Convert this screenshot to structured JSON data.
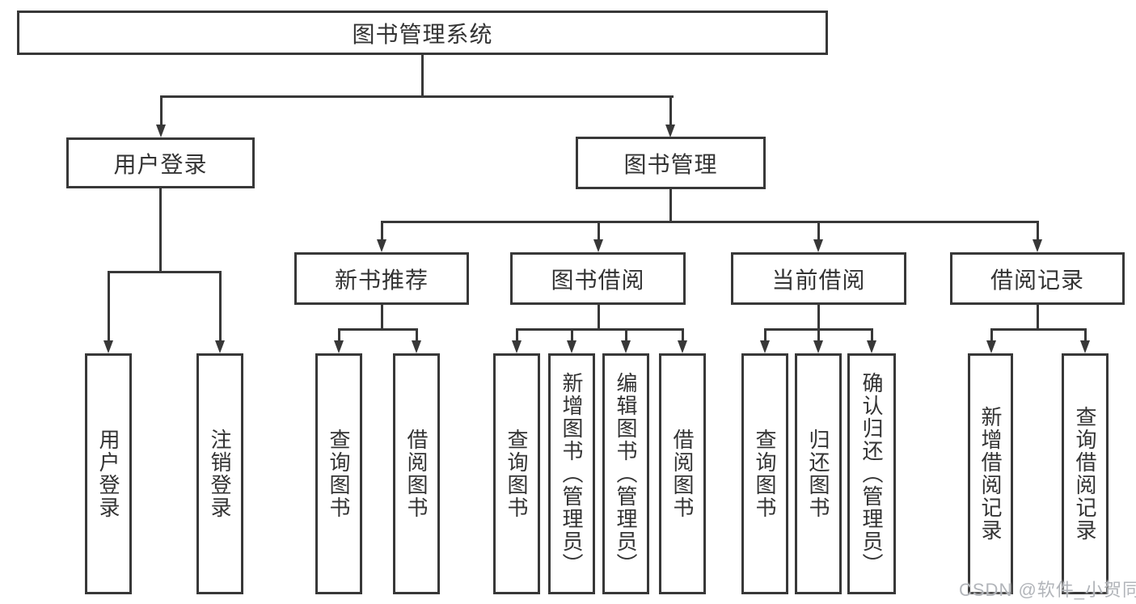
{
  "diagram": {
    "type": "hierarchy-chart",
    "title": "图书管理系统",
    "colors": {
      "line": "#383838",
      "text": "#333333",
      "background": "#ffffff",
      "watermark": "#b2b5ba"
    },
    "tree": {
      "root": {
        "label": "图书管理系统"
      },
      "children": [
        {
          "label": "用户登录",
          "children": [
            {
              "label": "用户登录"
            },
            {
              "label": "注销登录"
            }
          ]
        },
        {
          "label": "图书管理",
          "children": [
            {
              "label": "新书推荐",
              "children": [
                {
                  "label": "查询图书"
                },
                {
                  "label": "借阅图书"
                }
              ]
            },
            {
              "label": "图书借阅",
              "children": [
                {
                  "label": "查询图书"
                },
                {
                  "label": "新增图书（管理员）"
                },
                {
                  "label": "编辑图书（管理员）"
                },
                {
                  "label": "借阅图书"
                }
              ]
            },
            {
              "label": "当前借阅",
              "children": [
                {
                  "label": "查询图书"
                },
                {
                  "label": "归还图书"
                },
                {
                  "label": "确认归还（管理员）"
                }
              ]
            },
            {
              "label": "借阅记录",
              "children": [
                {
                  "label": "新增借阅记录"
                },
                {
                  "label": "查询借阅记录"
                }
              ]
            }
          ]
        }
      ]
    },
    "watermark": "CSDN @软件_小贺同学"
  }
}
